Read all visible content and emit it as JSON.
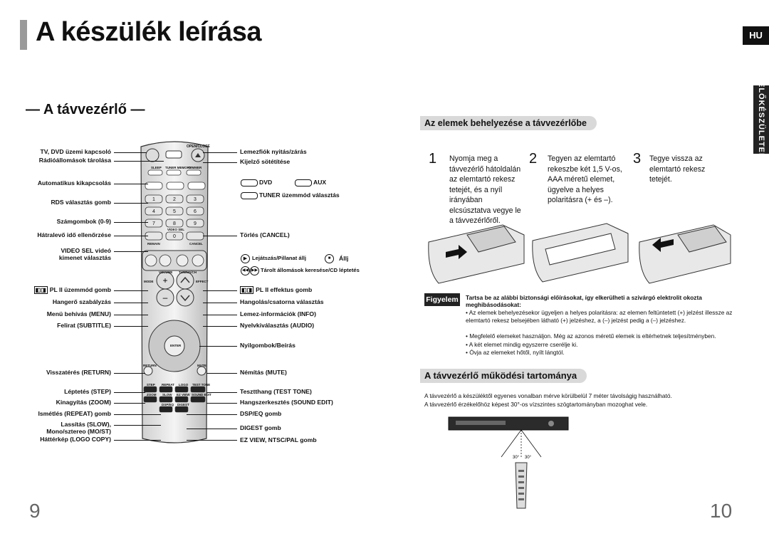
{
  "header": {
    "title": "A készülék leírása",
    "lang_badge": "HU"
  },
  "side_tab": "ELŐKÉSZÜLETEK",
  "section_title": "— A távvezérlő —",
  "remote": {
    "top_labels": {
      "open_close": "OPEN/CLOSE",
      "sleep": "SLEEP",
      "tuner_memory": "TUNER MEMORY",
      "dimmer": "DIMMER",
      "remain": "REMAIN",
      "video_sel": "VIDEO SEL",
      "cancel": "CANCEL",
      "mode": "MODE",
      "effect": "EFFECT",
      "volume": "VOLUME",
      "tuning_ch": "TUNING/CH",
      "enter": "ENTER",
      "return": "RETURN",
      "mute": "MUTE",
      "step": "STEP",
      "repeat": "REPEAT",
      "logo": "LOGO",
      "test_tone": "TEST TONE",
      "zoom": "ZOOM",
      "slow": "SLOW",
      "ez_view": "EZ VIEW",
      "sound_edit": "SOUND EDIT",
      "dsp_eq": "DSP/EQ",
      "digest": "DIGEST"
    },
    "keys": [
      "1",
      "2",
      "3",
      "4",
      "5",
      "6",
      "7",
      "8",
      "9",
      "0"
    ],
    "left_labels": [
      "TV, DVD üzemi kapcsoló",
      "Rádióállomások tárolása",
      "Automatikus kikapcsolás",
      "RDS választás gomb",
      "Számgombok (0-9)",
      "Hátralevő idő ellenőrzése",
      "VIDEO SEL videó",
      "kimenet választás",
      "PL II üzemmód gomb",
      "Hangerő szabályzás",
      "Menü behívás  (MENU)",
      "Felirat (SUBTITLE)",
      "Visszatérés  (RETURN)",
      "Léptetés (STEP)",
      "Kinagyítás (ZOOM)",
      "Ismétlés (REPEAT) gomb",
      "Lassítás (SLOW),",
      "Mono/sztereo (MO/ST)",
      "Háttérkép (LOGO COPY)"
    ],
    "right_labels": [
      "Lemezfiók nyitás/zárás",
      "Kijelző sötétítése",
      "DVD",
      "AUX",
      "TUNER  üzemmód választás",
      "Törlés (CANCEL)",
      "Lejátszás/Pillanat állj",
      "Állj",
      "Tárolt állomások keresése/CD léptetés",
      "PL II effektus gomb",
      "Hangolás/csatorna választás",
      "Lemez-információk (INFO)",
      "Nyelvkiválasztás (AUDIO)",
      "Nyilgombok/Beírás",
      "Némítás (MUTE)",
      "Tesztthang (TEST TONE)",
      "Hangszerkesztés (SOUND EDIT)",
      "DSP/EQ gomb",
      "DIGEST gomb",
      "EZ VIEW, NTSC/PAL gomb"
    ]
  },
  "battery": {
    "heading": "Az elemek behelyezése a távvezérlőbe",
    "steps": [
      {
        "num": "1",
        "text": "Nyomja meg a távvezérlő hátoldalán az elemtartó rekesz tetejét, és a nyíl irányában elcsúsztatva vegye le a távvezérlőről."
      },
      {
        "num": "2",
        "text": "Tegyen az elemtartó rekeszbe két 1,5 V-os, AAA méretű elemet, ügyelve a helyes polaritásra (+ és –)."
      },
      {
        "num": "3",
        "text": "Tegye vissza az elemtartó rekesz tetejét."
      }
    ]
  },
  "note": {
    "label": "Figyelem",
    "heading": "Tartsa be az alábbi biztonsági előírásokat, így elkerülheti a szivárgó elektrolit okozta meghibásodásokat:",
    "items": [
      "Az elemek behelyezésekor ügyeljen a helyes polaritásra: az elemen feltüntetett (+) jelzést illessze az elemtartó rekesz belsejében látható (+) jelzéshez, a (–) jelzést pedig a (–) jelzéshez.",
      "Megfelelő elemeket használjon. Még az azonos méretű elemek is eltérhetnek teljesítményben.",
      "A két elemet mindig egyszerre cserélje ki.",
      "Óvja az elemeket hőtől, nyílt lángtól."
    ]
  },
  "range": {
    "heading": "A távvezérlő működési tartománya",
    "lines": [
      "A távvezérlő a készüléktől egyenes vonalban mérve körülbelül 7 méter távolságig használható.",
      "A távvezérlő érzékelőhöz képest 30°-os vízszintes szögtartományban mozoghat vele."
    ],
    "angle_labels": [
      "30°",
      "30°"
    ]
  },
  "pages": {
    "left": "9",
    "right": "10"
  }
}
